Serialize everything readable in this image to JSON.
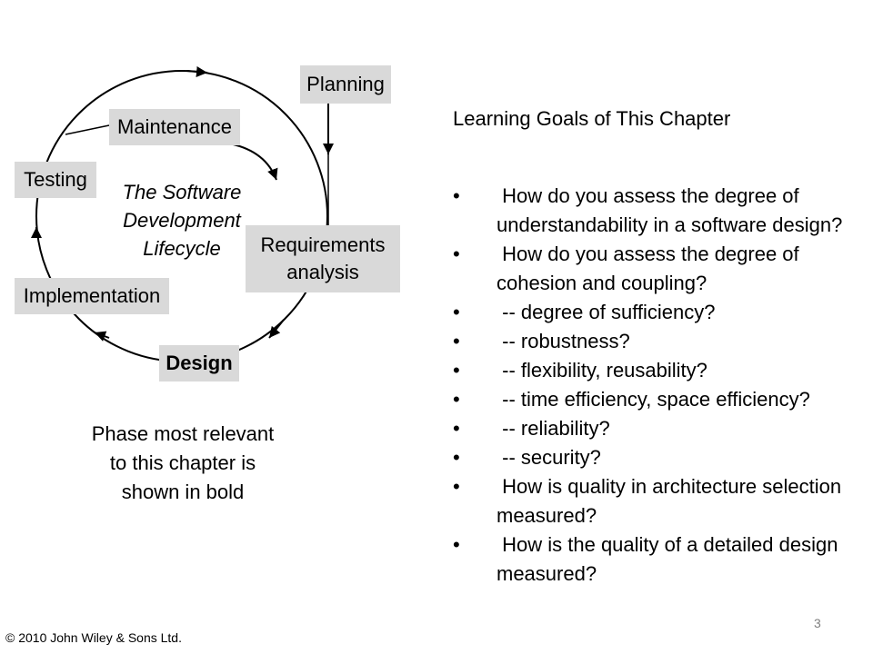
{
  "diagram": {
    "phases": {
      "planning": "Planning",
      "requirements": [
        "Requirements",
        "analysis"
      ],
      "design": "Design",
      "implementation": "Implementation",
      "testing": "Testing",
      "maintenance": "Maintenance"
    },
    "center_label": [
      "The Software",
      "Development",
      "Lifecycle"
    ],
    "note": "Phase most relevant to this chapter is shown in bold"
  },
  "goals": {
    "title": "Learning Goals of This Chapter",
    "items": [
      " How do you assess the degree of understandability in a software design?",
      " How do you assess the degree of cohesion and coupling?",
      " -- degree of sufficiency?",
      " -- robustness?",
      " -- flexibility, reusability?",
      " -- time efficiency, space efficiency?",
      " -- reliability?",
      " -- security?",
      " How is quality in architecture selection measured?",
      " How is the quality of a detailed design measured?"
    ],
    "bullet": "•"
  },
  "footer": {
    "copyright": "© 2010 John Wiley & Sons Ltd.",
    "page_number": "3"
  }
}
